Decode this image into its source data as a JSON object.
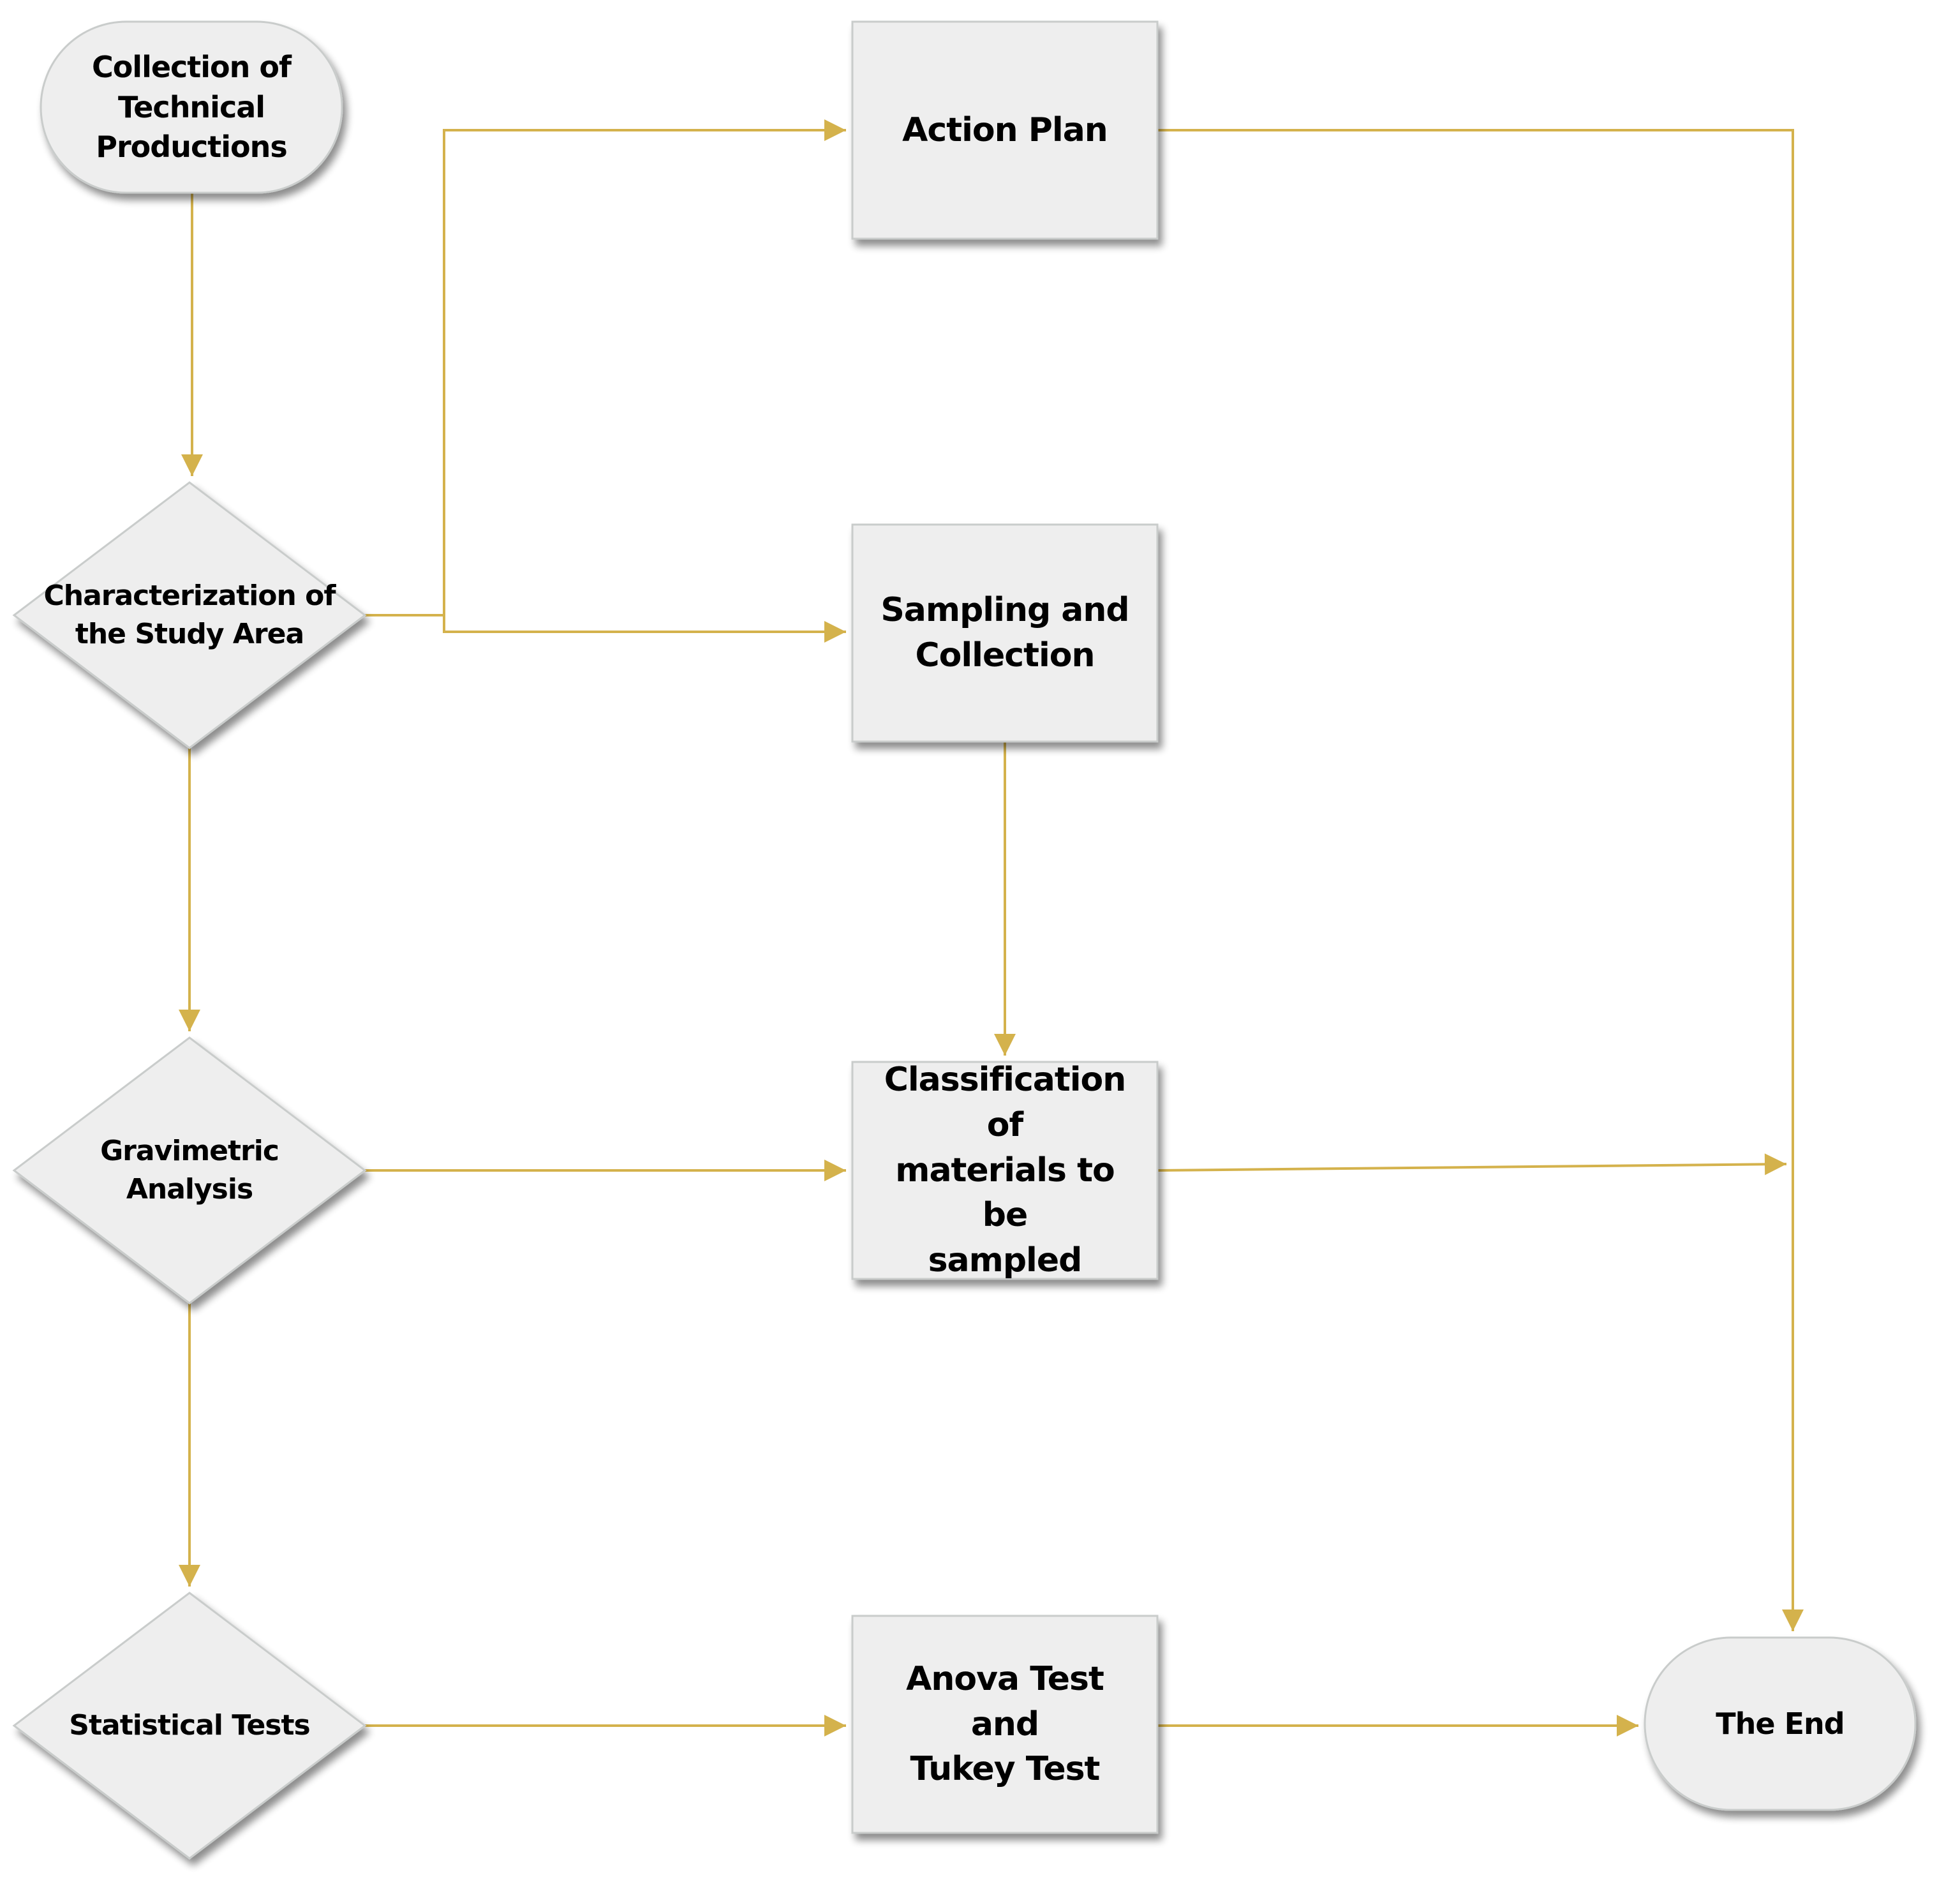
{
  "colors": {
    "connector": "#D4B24C",
    "node_fill": "#EEEEEE",
    "node_stroke": "#C9CCCB",
    "shadow": "#9AA3A1"
  },
  "nodes": {
    "collection": {
      "shape": "terminator",
      "lines": [
        "Collection of",
        "Technical",
        "Productions"
      ]
    },
    "characterization": {
      "shape": "decision",
      "lines": [
        "Characterization of",
        "the Study Area"
      ]
    },
    "gravimetric": {
      "shape": "decision",
      "lines": [
        "Gravimetric Analysis"
      ]
    },
    "statistical": {
      "shape": "decision",
      "lines": [
        "Statistical Tests"
      ]
    },
    "action_plan": {
      "shape": "process",
      "lines": [
        "Action Plan"
      ]
    },
    "sampling": {
      "shape": "process",
      "lines": [
        "Sampling and",
        "Collection"
      ]
    },
    "classification": {
      "shape": "process",
      "lines": [
        "Classification of",
        "materials to be",
        "sampled"
      ]
    },
    "anova": {
      "shape": "process",
      "lines": [
        "Anova Test and",
        "Tukey Test"
      ]
    },
    "the_end": {
      "shape": "terminator",
      "lines": [
        "The End"
      ]
    }
  },
  "edges": [
    {
      "from": "collection",
      "to": "characterization"
    },
    {
      "from": "characterization",
      "to": "action_plan"
    },
    {
      "from": "characterization",
      "to": "sampling"
    },
    {
      "from": "characterization",
      "to": "gravimetric"
    },
    {
      "from": "sampling",
      "to": "classification"
    },
    {
      "from": "gravimetric",
      "to": "classification"
    },
    {
      "from": "gravimetric",
      "to": "statistical"
    },
    {
      "from": "statistical",
      "to": "anova"
    },
    {
      "from": "anova",
      "to": "the_end"
    },
    {
      "from": "action_plan",
      "to": "the_end"
    },
    {
      "from": "classification",
      "to": "the_end"
    }
  ]
}
